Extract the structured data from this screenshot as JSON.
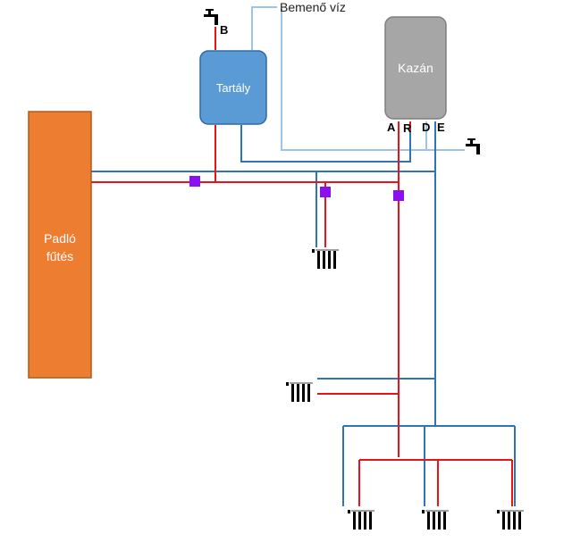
{
  "labels": {
    "inlet": "Bemenő víz",
    "tank": "Tartály",
    "boiler": "Kazán",
    "floor_line1": "Padló",
    "floor_line2": "fűtés",
    "port_a": "A",
    "port_r": "R",
    "port_d": "D",
    "port_e": "E",
    "port_b": "B"
  },
  "colors": {
    "supply": "#e8141a",
    "return": "#2e75b6",
    "cold_inlet": "#9dc3e6",
    "floor_heating": "#ed7d31",
    "tank": "#5b9bd5",
    "boiler": "#a6a6a6",
    "valve": "#8b10f0",
    "radiator": "#000000"
  },
  "icons": [
    "faucet-icon",
    "radiator-icon",
    "valve-marker"
  ]
}
